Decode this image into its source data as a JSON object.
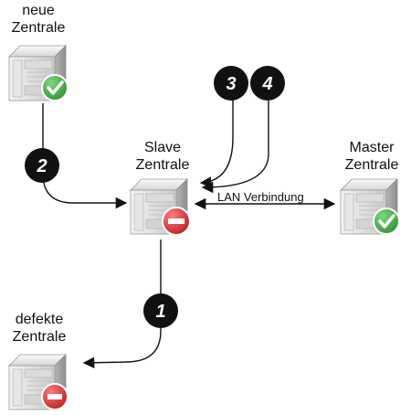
{
  "devices": {
    "new_unit": {
      "line1": "neue",
      "line2": "Zentrale",
      "status": "ok"
    },
    "slave_unit": {
      "line1": "Slave",
      "line2": "Zentrale",
      "status": "blocked"
    },
    "master_unit": {
      "line1": "Master",
      "line2": "Zentrale",
      "status": "ok"
    },
    "defective_unit": {
      "line1": "defekte",
      "line2": "Zentrale",
      "status": "blocked"
    }
  },
  "connection": {
    "label": "LAN Verbindung"
  },
  "steps": [
    "1",
    "2",
    "3",
    "4"
  ],
  "colors": {
    "ok_badge": "#3aa83a",
    "blocked_badge": "#d42b2b",
    "step_badge": "#111111",
    "line": "#111111"
  }
}
